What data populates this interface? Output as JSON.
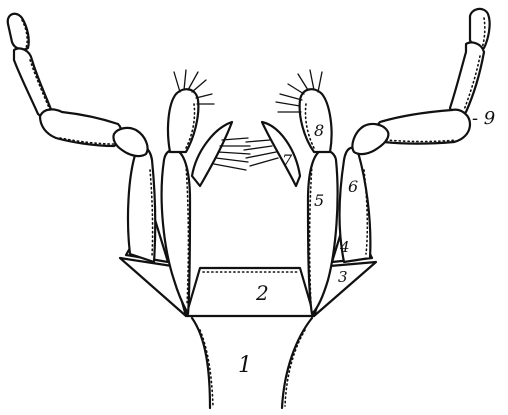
{
  "labels": {
    "l1": "1",
    "l2": "2",
    "l3": "3",
    "l4": "4",
    "l5": "5",
    "l6": "6",
    "l7": "7",
    "l8": "8",
    "l9": "- 9"
  }
}
